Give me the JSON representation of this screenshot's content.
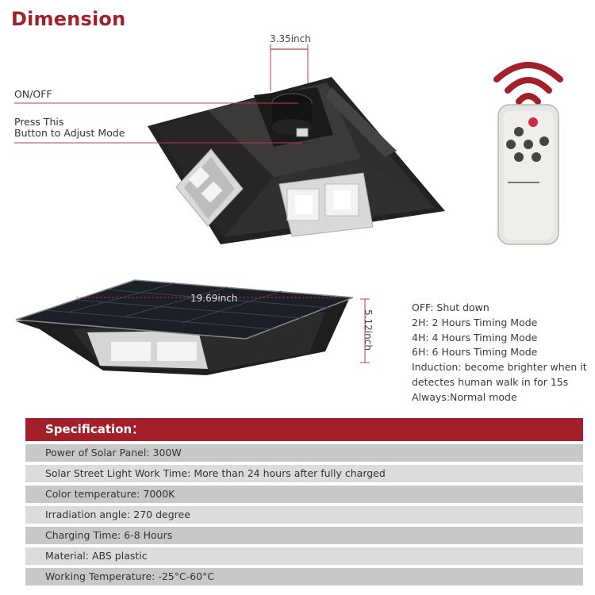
{
  "title": "Dimension",
  "top_product": {
    "width_label": "3.35inch",
    "callout_onoff": "ON/OFF",
    "callout_press_line1": "Press This",
    "callout_press_line2": "Button to Adjust Mode"
  },
  "bottom_product": {
    "width_label": "19.69inch",
    "height_label": "5.12inch"
  },
  "modes": [
    "OFF: Shut down",
    "2H: 2 Hours Timing Mode",
    "4H: 4 Hours Timing Mode",
    "6H: 6 Hours Timing Mode",
    "Induction: become brighter when it",
    "detectes human walk in for 15s",
    "Always:Normal mode"
  ],
  "spec": {
    "header": "Specification：",
    "rows": [
      "Power of Solar Panel: 300W",
      "Solar Street Light Work Time: More than 24 hours after fully charged",
      "Color temperature: 7000K",
      "Irradiation angle: 270 degree",
      "Charging Time: 6-8 Hours",
      "Material: ABS plastic",
      "Working Temperature: -25°C-60°C"
    ]
  },
  "colors": {
    "accent": "#a3202a",
    "row_dark": "#c8c8c8",
    "row_light": "#dcdcdc"
  }
}
